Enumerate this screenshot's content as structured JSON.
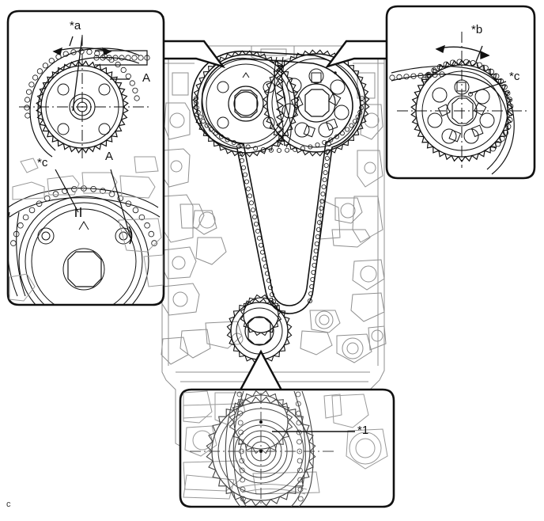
{
  "figure": {
    "title": "Timing chain and sprocket alignment diagram",
    "corner_mark": "c",
    "line_color": "#111111",
    "engine_outline_color": "#8c8c8c",
    "background": "#ffffff"
  },
  "callouts": [
    {
      "id": "top-left",
      "name": "intake-camshaft-sprocket-detail",
      "labels": [
        {
          "key": "angle_a",
          "text": "*a"
        },
        {
          "key": "mark_a_upper",
          "text": "A"
        },
        {
          "key": "mark_c",
          "text": "*c"
        },
        {
          "key": "mark_a_lower",
          "text": "A"
        }
      ]
    },
    {
      "id": "top-right",
      "name": "exhaust-camshaft-sprocket-detail",
      "labels": [
        {
          "key": "angle_b",
          "text": "*b"
        },
        {
          "key": "mark_c",
          "text": "*c"
        }
      ]
    },
    {
      "id": "bottom",
      "name": "crankshaft-sprocket-detail",
      "labels": [
        {
          "key": "item_1",
          "text": "*1"
        }
      ]
    }
  ],
  "annotations": {
    "top_left_angle": "*a",
    "top_left_mark_upper": "A",
    "top_left_mark_c": "*c",
    "top_left_mark_lower": "A",
    "top_right_angle": "*b",
    "top_right_mark_c": "*c",
    "bottom_item": "*1",
    "page_corner": "c"
  }
}
